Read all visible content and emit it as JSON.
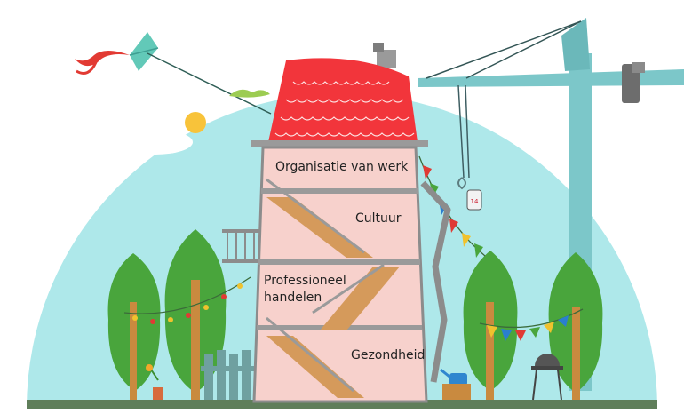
{
  "floors": {
    "top": "Organisatie van werk",
    "second": "Cultuur",
    "third_line1": "Professioneel",
    "third_line2": "handelen",
    "ground": "Gezondheid"
  },
  "colors": {
    "sky_dome": "#aee8ea",
    "roof": "#f2353b",
    "house_wall": "#f7d1cc",
    "stairs": "#d59a5b",
    "tree": "#49a53c",
    "trunk": "#c98a3f",
    "crane": "#7cc7c9",
    "ground": "#5f7e5a"
  },
  "icons": [
    "kite-icon",
    "sun-icon",
    "cloud-icon",
    "crane-icon",
    "tree-icon",
    "bunting-icon",
    "barbecue-icon",
    "fence-icon",
    "flower-icon",
    "watering-can-icon",
    "chimney-icon",
    "drainpipe-icon"
  ]
}
